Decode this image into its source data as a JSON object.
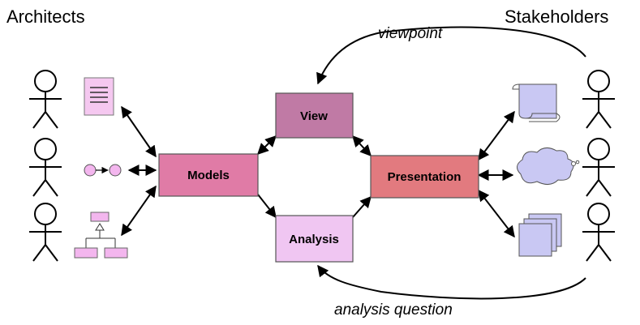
{
  "headings": {
    "left": "Architects",
    "right": "Stakeholders"
  },
  "curve_labels": {
    "top": "viewpoint",
    "bottom": "analysis question"
  },
  "boxes": {
    "models": {
      "label": "Models",
      "color": "#e07ba6"
    },
    "view": {
      "label": "View",
      "color": "#c07aa5"
    },
    "analysis": {
      "label": "Analysis",
      "color": "#f0c6f2"
    },
    "presentation": {
      "label": "Presentation",
      "color": "#e27a7f"
    }
  },
  "icon_colors": {
    "document": "#f5c8f0",
    "node": "#f3b6ee",
    "class": "#f3b6ee",
    "scroll": "#c9c8f3",
    "cloud": "#c9c8f3",
    "stack": "#c9c8f3"
  }
}
